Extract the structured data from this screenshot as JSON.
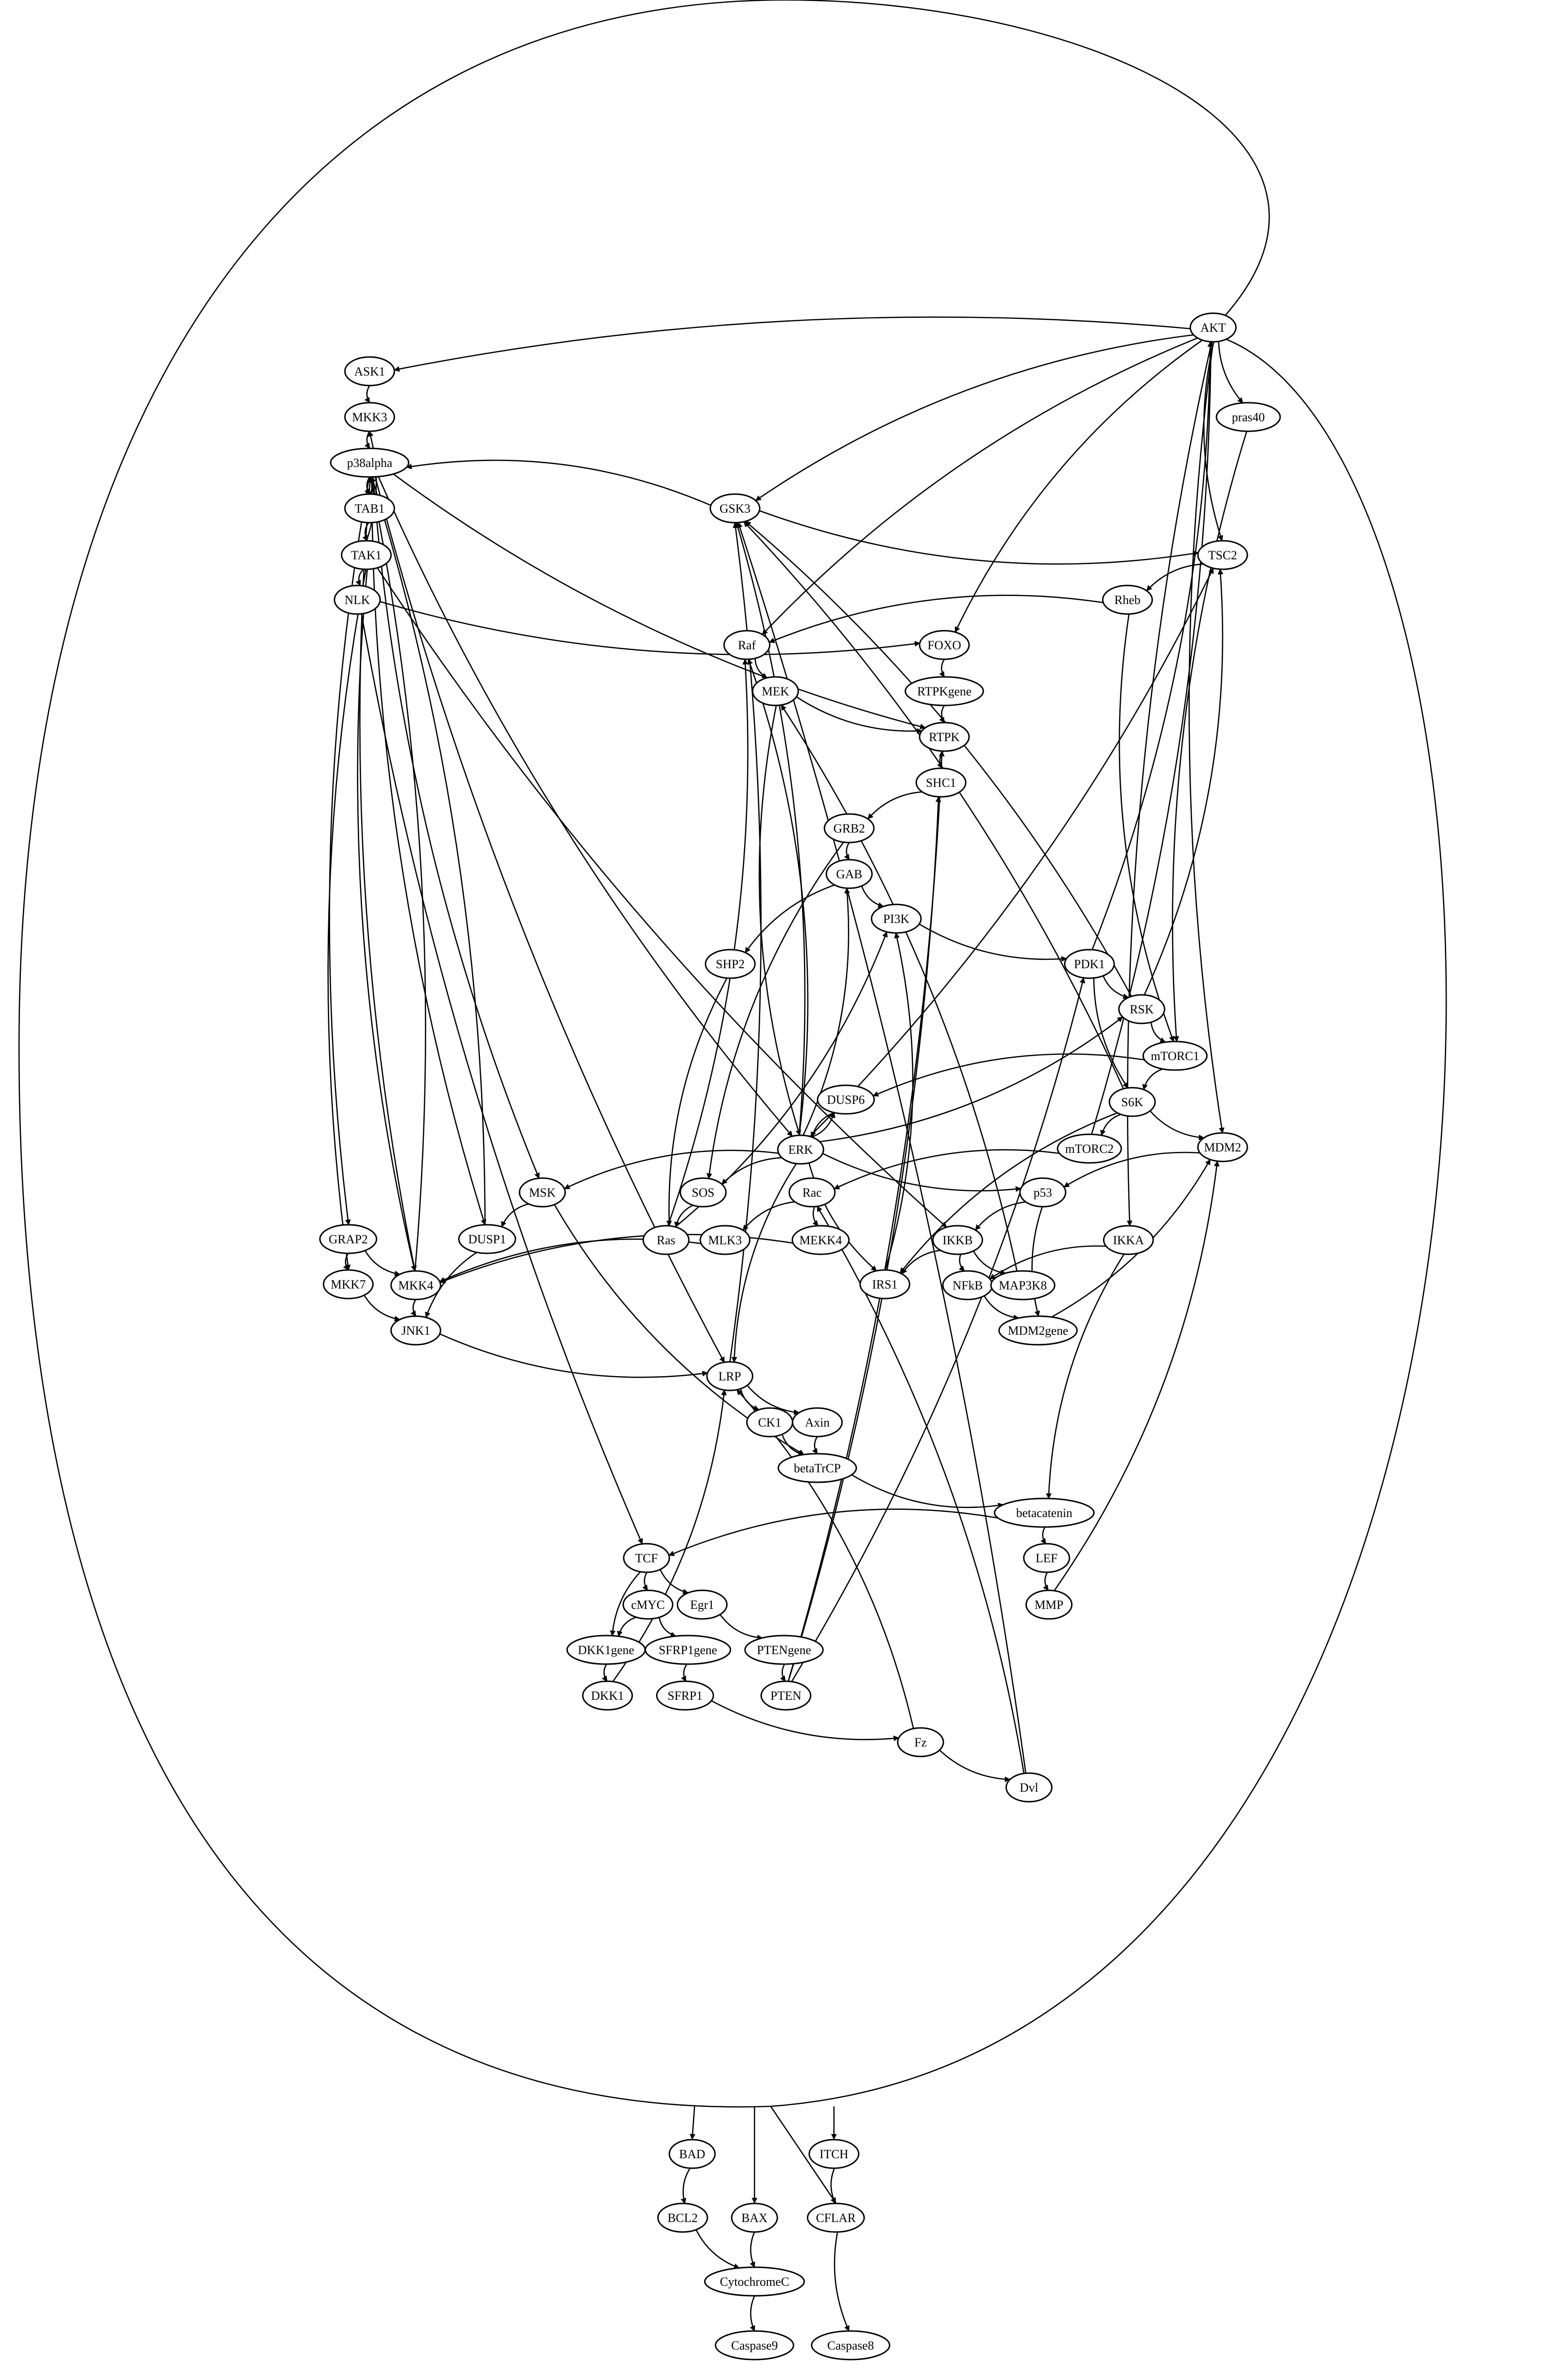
{
  "diagram": {
    "type": "directed-graph",
    "nodes": [
      {
        "id": "AKT",
        "label": "AKT"
      },
      {
        "id": "ASK1",
        "label": "ASK1"
      },
      {
        "id": "MKK3",
        "label": "MKK3"
      },
      {
        "id": "p38alpha",
        "label": "p38alpha"
      },
      {
        "id": "TAB1",
        "label": "TAB1"
      },
      {
        "id": "TAK1",
        "label": "TAK1"
      },
      {
        "id": "NLK",
        "label": "NLK"
      },
      {
        "id": "pras40",
        "label": "pras40"
      },
      {
        "id": "GSK3",
        "label": "GSK3"
      },
      {
        "id": "TSC2",
        "label": "TSC2"
      },
      {
        "id": "Rheb",
        "label": "Rheb"
      },
      {
        "id": "Raf",
        "label": "Raf"
      },
      {
        "id": "FOXO",
        "label": "FOXO"
      },
      {
        "id": "MEK",
        "label": "MEK"
      },
      {
        "id": "RTPKgene",
        "label": "RTPKgene"
      },
      {
        "id": "RTPK",
        "label": "RTPK"
      },
      {
        "id": "SHC1",
        "label": "SHC1"
      },
      {
        "id": "GRB2",
        "label": "GRB2"
      },
      {
        "id": "GAB",
        "label": "GAB"
      },
      {
        "id": "PI3K",
        "label": "PI3K"
      },
      {
        "id": "SHP2",
        "label": "SHP2"
      },
      {
        "id": "PDK1",
        "label": "PDK1"
      },
      {
        "id": "RSK",
        "label": "RSK"
      },
      {
        "id": "mTORC1",
        "label": "mTORC1"
      },
      {
        "id": "DUSP6",
        "label": "DUSP6"
      },
      {
        "id": "S6K",
        "label": "S6K"
      },
      {
        "id": "ERK",
        "label": "ERK"
      },
      {
        "id": "mTORC2",
        "label": "mTORC2"
      },
      {
        "id": "MDM2",
        "label": "MDM2"
      },
      {
        "id": "MSK",
        "label": "MSK"
      },
      {
        "id": "SOS",
        "label": "SOS"
      },
      {
        "id": "Rac",
        "label": "Rac"
      },
      {
        "id": "p53",
        "label": "p53"
      },
      {
        "id": "DUSP1",
        "label": "DUSP1"
      },
      {
        "id": "Ras",
        "label": "Ras"
      },
      {
        "id": "MLK3",
        "label": "MLK3"
      },
      {
        "id": "MEKK4",
        "label": "MEKK4"
      },
      {
        "id": "IKKB",
        "label": "IKKB"
      },
      {
        "id": "IKKA",
        "label": "IKKA"
      },
      {
        "id": "GRAP2",
        "label": "GRAP2"
      },
      {
        "id": "MKK7",
        "label": "MKK7"
      },
      {
        "id": "MKK4",
        "label": "MKK4"
      },
      {
        "id": "IRS1",
        "label": "IRS1"
      },
      {
        "id": "NFkB",
        "label": "NFkB"
      },
      {
        "id": "MAP3K8",
        "label": "MAP3K8"
      },
      {
        "id": "JNK1",
        "label": "JNK1"
      },
      {
        "id": "MDM2gene",
        "label": "MDM2gene"
      },
      {
        "id": "LRP",
        "label": "LRP"
      },
      {
        "id": "CK1",
        "label": "CK1"
      },
      {
        "id": "Axin",
        "label": "Axin"
      },
      {
        "id": "betaTrCP",
        "label": "betaTrCP"
      },
      {
        "id": "betacatenin",
        "label": "betacatenin"
      },
      {
        "id": "TCF",
        "label": "TCF"
      },
      {
        "id": "LEF",
        "label": "LEF"
      },
      {
        "id": "cMYC",
        "label": "cMYC"
      },
      {
        "id": "Egr1",
        "label": "Egr1"
      },
      {
        "id": "MMP",
        "label": "MMP"
      },
      {
        "id": "DKK1gene",
        "label": "DKK1gene"
      },
      {
        "id": "SFRP1gene",
        "label": "SFRP1gene"
      },
      {
        "id": "PTENgene",
        "label": "PTENgene"
      },
      {
        "id": "DKK1",
        "label": "DKK1"
      },
      {
        "id": "SFRP1",
        "label": "SFRP1"
      },
      {
        "id": "PTEN",
        "label": "PTEN"
      },
      {
        "id": "Fz",
        "label": "Fz"
      },
      {
        "id": "Dvl",
        "label": "Dvl"
      },
      {
        "id": "BAD",
        "label": "BAD"
      },
      {
        "id": "ITCH",
        "label": "ITCH"
      },
      {
        "id": "BCL2",
        "label": "BCL2"
      },
      {
        "id": "BAX",
        "label": "BAX"
      },
      {
        "id": "CFLAR",
        "label": "CFLAR"
      },
      {
        "id": "CytochromeC",
        "label": "CytochromeC"
      },
      {
        "id": "Caspase9",
        "label": "Caspase9"
      },
      {
        "id": "Caspase8",
        "label": "Caspase8"
      }
    ],
    "edges": [
      [
        "AKT",
        "ASK1"
      ],
      [
        "ASK1",
        "MKK3"
      ],
      [
        "MKK3",
        "p38alpha"
      ],
      [
        "TAB1",
        "p38alpha"
      ],
      [
        "p38alpha",
        "TAB1"
      ],
      [
        "TAB1",
        "TAK1"
      ],
      [
        "TAK1",
        "MKK3"
      ],
      [
        "TAK1",
        "NLK"
      ],
      [
        "TAK1",
        "MKK4"
      ],
      [
        "TAK1",
        "MKK7"
      ],
      [
        "TAK1",
        "IKKB"
      ],
      [
        "NLK",
        "FOXO"
      ],
      [
        "NLK",
        "TCF"
      ],
      [
        "AKT",
        "pras40"
      ],
      [
        "pras40",
        "mTORC1"
      ],
      [
        "AKT",
        "GSK3"
      ],
      [
        "AKT",
        "TSC2"
      ],
      [
        "AKT",
        "FOXO"
      ],
      [
        "AKT",
        "Raf"
      ],
      [
        "AKT",
        "MDM2"
      ],
      [
        "AKT",
        "IKKA"
      ],
      [
        "GSK3",
        "TSC2"
      ],
      [
        "GSK3",
        "p38alpha"
      ],
      [
        "TSC2",
        "Rheb"
      ],
      [
        "Rheb",
        "Raf"
      ],
      [
        "Rheb",
        "mTORC1"
      ],
      [
        "Raf",
        "MEK"
      ],
      [
        "FOXO",
        "RTPKgene"
      ],
      [
        "RTPKgene",
        "RTPK"
      ],
      [
        "MEK",
        "ERK"
      ],
      [
        "MEK",
        "RTPK"
      ],
      [
        "RTPK",
        "SHC1"
      ],
      [
        "SHC1",
        "GRB2"
      ],
      [
        "GRB2",
        "GAB"
      ],
      [
        "GRB2",
        "SOS"
      ],
      [
        "GAB",
        "PI3K"
      ],
      [
        "GAB",
        "SHP2"
      ],
      [
        "SHP2",
        "Ras"
      ],
      [
        "PI3K",
        "PDK1"
      ],
      [
        "PDK1",
        "RSK"
      ],
      [
        "PDK1",
        "S6K"
      ],
      [
        "PDK1",
        "AKT"
      ],
      [
        "RSK",
        "mTORC1"
      ],
      [
        "RSK",
        "TSC2"
      ],
      [
        "RSK",
        "GSK3"
      ],
      [
        "mTORC1",
        "DUSP6"
      ],
      [
        "mTORC1",
        "S6K"
      ],
      [
        "S6K",
        "mTORC2"
      ],
      [
        "S6K",
        "MDM2"
      ],
      [
        "S6K",
        "GSK3"
      ],
      [
        "S6K",
        "IRS1"
      ],
      [
        "mTORC2",
        "AKT"
      ],
      [
        "mTORC2",
        "Rac"
      ],
      [
        "DUSP6",
        "ERK"
      ],
      [
        "ERK",
        "DUSP6"
      ],
      [
        "ERK",
        "RSK"
      ],
      [
        "ERK",
        "TSC2"
      ],
      [
        "ERK",
        "GSK3"
      ],
      [
        "ERK",
        "MSK"
      ],
      [
        "ERK",
        "SOS"
      ],
      [
        "ERK",
        "p53"
      ],
      [
        "ERK",
        "Raf"
      ],
      [
        "ERK",
        "GAB"
      ],
      [
        "ERK",
        "LRP"
      ],
      [
        "ERK",
        "IRS1"
      ],
      [
        "SOS",
        "Ras"
      ],
      [
        "Ras",
        "Raf"
      ],
      [
        "Ras",
        "PI3K"
      ],
      [
        "Rac",
        "MLK3"
      ],
      [
        "Rac",
        "MEKK4"
      ],
      [
        "MLK3",
        "MKK4"
      ],
      [
        "MEKK4",
        "MKK4"
      ],
      [
        "p53",
        "IKKB"
      ],
      [
        "p53",
        "MDM2gene"
      ],
      [
        "MDM2",
        "p53"
      ],
      [
        "MDM2gene",
        "MDM2"
      ],
      [
        "IKKB",
        "IRS1"
      ],
      [
        "IKKB",
        "NFkB"
      ],
      [
        "IKKB",
        "MAP3K8"
      ],
      [
        "IKKA",
        "NFkB"
      ],
      [
        "IKKA",
        "betacatenin"
      ],
      [
        "NFkB",
        "MDM2gene"
      ],
      [
        "MAP3K8",
        "MEK"
      ],
      [
        "MSK",
        "DUSP1"
      ],
      [
        "MSK",
        "betaTrCP"
      ],
      [
        "DUSP1",
        "p38alpha"
      ],
      [
        "p38alpha",
        "DUSP1"
      ],
      [
        "DUSP1",
        "JNK1"
      ],
      [
        "p38alpha",
        "MKK4"
      ],
      [
        "p38alpha",
        "GRAP2"
      ],
      [
        "p38alpha",
        "MSK"
      ],
      [
        "p38alpha",
        "RTPK"
      ],
      [
        "p38alpha",
        "ERK"
      ],
      [
        "p38alpha",
        "LRP"
      ],
      [
        "GRAP2",
        "MKK7"
      ],
      [
        "GRAP2",
        "MKK4"
      ],
      [
        "MKK7",
        "JNK1"
      ],
      [
        "MKK4",
        "JNK1"
      ],
      [
        "MKK4",
        "p38alpha"
      ],
      [
        "JNK1",
        "LRP"
      ],
      [
        "IRS1",
        "PI3K"
      ],
      [
        "LRP",
        "CK1"
      ],
      [
        "LRP",
        "Axin"
      ],
      [
        "LRP",
        "GSK3"
      ],
      [
        "CK1",
        "betaTrCP"
      ],
      [
        "Axin",
        "betaTrCP"
      ],
      [
        "betaTrCP",
        "betacatenin"
      ],
      [
        "betacatenin",
        "TCF"
      ],
      [
        "betacatenin",
        "LEF"
      ],
      [
        "LEF",
        "MMP"
      ],
      [
        "MMP",
        "MDM2"
      ],
      [
        "TCF",
        "cMYC"
      ],
      [
        "TCF",
        "Egr1"
      ],
      [
        "TCF",
        "DKK1gene"
      ],
      [
        "cMYC",
        "DKK1gene"
      ],
      [
        "cMYC",
        "SFRP1gene"
      ],
      [
        "Egr1",
        "PTENgene"
      ],
      [
        "DKK1gene",
        "DKK1"
      ],
      [
        "DKK1",
        "LRP"
      ],
      [
        "SFRP1gene",
        "SFRP1"
      ],
      [
        "SFRP1",
        "Fz"
      ],
      [
        "PTENgene",
        "PTEN"
      ],
      [
        "PTEN",
        "PDK1"
      ],
      [
        "PTEN",
        "SHC1"
      ],
      [
        "PTEN",
        "RTPK"
      ],
      [
        "Fz",
        "LRP"
      ],
      [
        "Fz",
        "Dvl"
      ],
      [
        "Dvl",
        "Rac"
      ],
      [
        "Dvl",
        "GSK3"
      ],
      [
        "AKT",
        "BAD"
      ],
      [
        "AKT",
        "BAX"
      ],
      [
        "AKT",
        "ITCH"
      ],
      [
        "AKT",
        "CFLAR"
      ],
      [
        "ITCH",
        "CFLAR"
      ],
      [
        "BAD",
        "BCL2"
      ],
      [
        "BCL2",
        "CytochromeC"
      ],
      [
        "BAX",
        "CytochromeC"
      ],
      [
        "CytochromeC",
        "Caspase9"
      ],
      [
        "CFLAR",
        "Caspase8"
      ]
    ]
  }
}
